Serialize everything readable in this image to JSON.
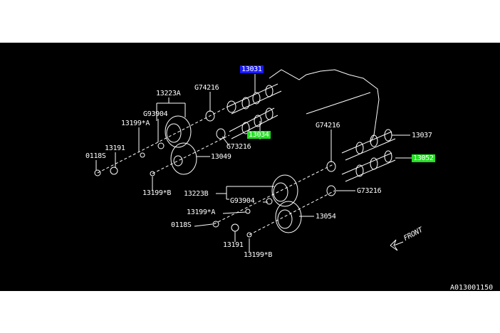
{
  "diagram": {
    "labels": {
      "p13031": "13031",
      "p13223A": "13223A",
      "g74216_left": "G74216",
      "g93904_top": "G93904",
      "p13199A_top": "13199*A",
      "p13034": "13034",
      "g73216_left": "G73216",
      "p13191_top": "13191",
      "p0118S_top": "0118S",
      "p13049": "13049",
      "p13199B_top": "13199*B",
      "p13223B": "13223B",
      "g93904_bottom": "G93904",
      "p13199A_bottom": "13199*A",
      "p0118S_bottom": "0118S",
      "p13191_bottom": "13191",
      "p13199B_bottom": "13199*B",
      "p13054": "13054",
      "g74216_right": "G74216",
      "p13037": "13037",
      "p13052": "13052",
      "g73216_right": "G73216"
    },
    "front_label": "FRONT",
    "figure_code": "A013001150",
    "highlight_colors": {
      "blue": "#1a1aff",
      "green": "#22e022"
    }
  }
}
